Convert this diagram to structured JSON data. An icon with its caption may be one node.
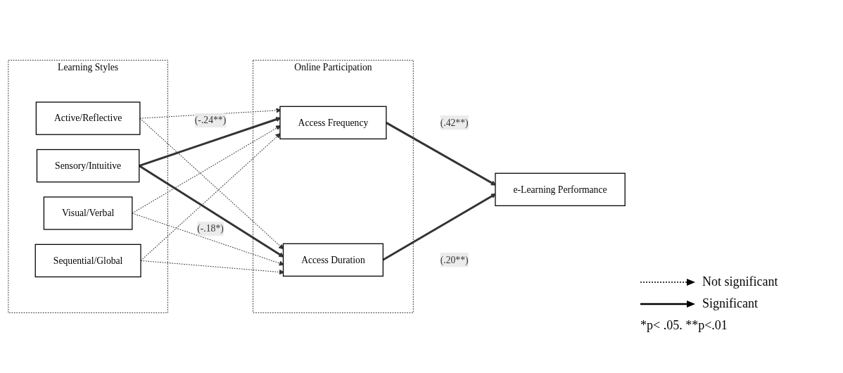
{
  "diagram": {
    "nodes": [
      {
        "text": [
          "Learning Styles"
        ]
      },
      {
        "text": [
          "Active/Reflective"
        ],
        "in": 0
      },
      {
        "text": [
          "Sensory/Intuitive"
        ],
        "in": 0
      },
      {
        "text": [
          "Visual/Verbal"
        ],
        "in": 0
      },
      {
        "text": [
          "Sequential/Global"
        ],
        "in": 0
      },
      {
        "text": [
          "Online Participation"
        ]
      },
      {
        "text": [
          "Access Frequency"
        ],
        "in": 5
      },
      {
        "text": [
          "Access Duration"
        ],
        "in": 5
      },
      {
        "text": [
          "e-Learning Performance"
        ]
      }
    ],
    "edges": [
      {
        "from": 1,
        "to": 6,
        "arrow": "to",
        "style": "dashed"
      },
      {
        "from": 1,
        "to": 7,
        "arrow": "to",
        "style": "dashed"
      },
      {
        "from": 2,
        "to": 6,
        "arrow": "to",
        "style": "thick",
        "label": "(-.24**)"
      },
      {
        "from": 2,
        "to": 7,
        "arrow": "to",
        "style": "thick",
        "label": "(-.18*)"
      },
      {
        "from": 3,
        "to": 6,
        "arrow": "to",
        "style": "dashed"
      },
      {
        "from": 3,
        "to": 7,
        "arrow": "to",
        "style": "dashed"
      },
      {
        "from": 4,
        "to": 6,
        "arrow": "to",
        "style": "dashed"
      },
      {
        "from": 4,
        "to": 7,
        "arrow": "to",
        "style": "dashed"
      },
      {
        "from": 6,
        "to": 8,
        "arrow": "to",
        "style": "thick",
        "label": "(.42**)"
      },
      {
        "from": 7,
        "to": 8,
        "arrow": "to",
        "style": "thick",
        "label": "(.20**)"
      }
    ],
    "labels": [
      "*p< .05. **p<.01"
    ],
    "legend": [
      {
        "text": "Not significant"
      },
      {
        "text": "Significant"
      }
    ]
  }
}
